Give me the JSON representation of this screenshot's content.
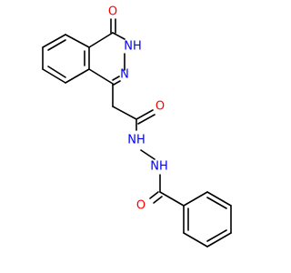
{
  "molecule": {
    "colors": {
      "bond": "#000000",
      "oxygen": "#ff0000",
      "nitrogen": "#0000ff",
      "background": "#ffffff"
    },
    "labels": {
      "o_top": "O",
      "nh_ring": "NH",
      "n_ring": "N",
      "o_amide": "O",
      "nh_hydrazide_1": "NH",
      "nh_hydrazide_2": "NH",
      "o_benzoyl": "O"
    }
  }
}
